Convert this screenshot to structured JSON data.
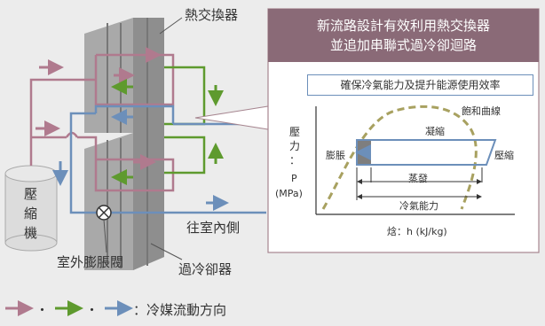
{
  "labels": {
    "heat_exchanger": "熱交換器",
    "compressor": "壓縮機",
    "outdoor_valve": "室外膨脹閥",
    "subcooler": "過冷卻器",
    "to_indoor": "往室內側",
    "legend": "：冷媒流動方向",
    "dot1": "・",
    "dot2": "・"
  },
  "title": {
    "line1": "新流路設計有效利用熱交換器",
    "line2": "並追加串聯式過冷卻迴路"
  },
  "callout": "確保冷氣能力及提升能源使用效率",
  "ph_chart": {
    "y_label_1": "壓",
    "y_label_2": "力",
    "y_label_3": "：",
    "y_label_4": "P",
    "y_label_5": "(MPa)",
    "x_label": "焓：h (kJ/kg)",
    "saturation_curve": "飽和曲線",
    "condensation": "凝縮",
    "expansion": "膨脹",
    "compression": "壓縮",
    "evaporation": "蒸發",
    "cooling_capacity": "冷氣能力"
  },
  "colors": {
    "pink": "#b07a8e",
    "green": "#5e9a2e",
    "blue": "#6c8fba",
    "title_bg": "#8a6a77",
    "curve": "#a8a160"
  }
}
